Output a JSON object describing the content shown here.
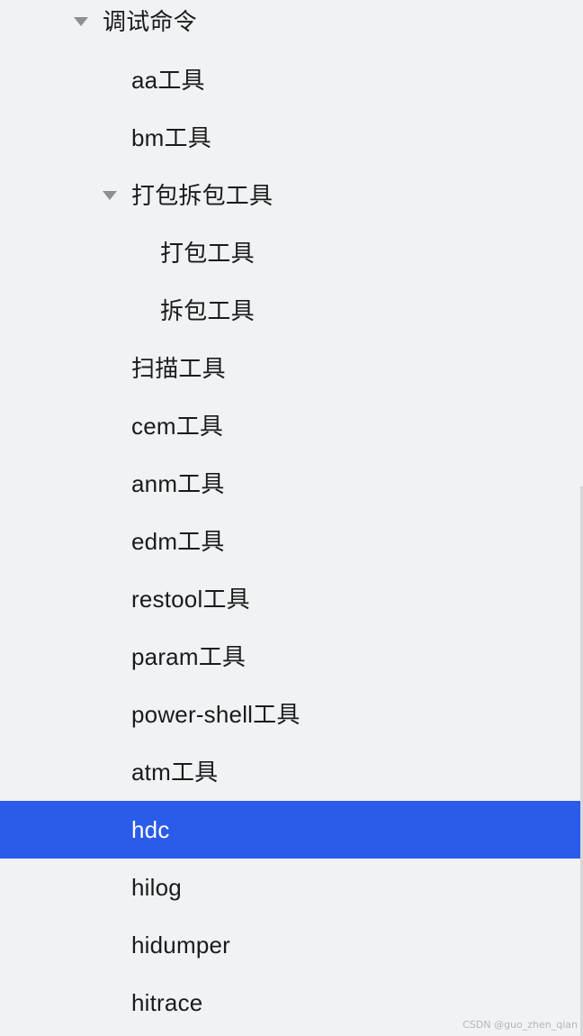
{
  "tree": {
    "root": {
      "label": "调试命令",
      "expanded": true
    },
    "items": [
      {
        "label": "aa工具"
      },
      {
        "label": "bm工具"
      },
      {
        "label": "打包拆包工具",
        "expanded": true
      },
      {
        "label": "打包工具"
      },
      {
        "label": "拆包工具"
      },
      {
        "label": "扫描工具"
      },
      {
        "label": "cem工具"
      },
      {
        "label": "anm工具"
      },
      {
        "label": "edm工具"
      },
      {
        "label": "restool工具"
      },
      {
        "label": "param工具"
      },
      {
        "label": "power-shell工具"
      },
      {
        "label": "atm工具"
      },
      {
        "label": "hdc",
        "selected": true
      },
      {
        "label": "hilog"
      },
      {
        "label": "hidumper"
      },
      {
        "label": "hitrace"
      }
    ]
  },
  "watermark": "CSDN @guo_zhen_qian",
  "colors": {
    "background": "#f1f2f4",
    "selected_bg": "#2a5be9",
    "selected_text": "#ffffff",
    "text": "#1b1b1b",
    "caret": "#8e8f93"
  },
  "icons": {
    "expand": "caret-down-icon"
  }
}
